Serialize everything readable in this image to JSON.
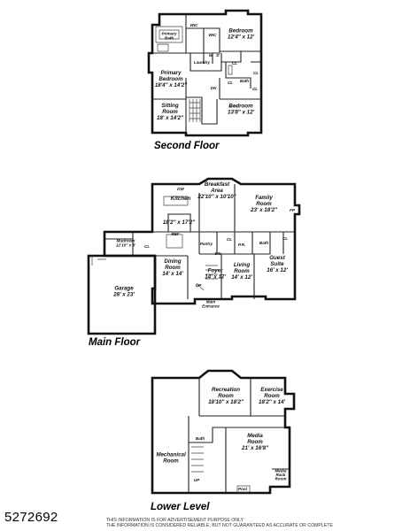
{
  "floors": {
    "second": {
      "title": "Second Floor",
      "rooms": {
        "primary_bath": "Primary|Bath",
        "wic1": "WIC",
        "wic2": "WIC",
        "bedroom_a": "Bedroom|12'4\" x 12'",
        "laundry": "Laundry",
        "w": "W",
        "d": "D",
        "cl_a": "CL",
        "primary_bedroom": "Primary|Bedroom|18'4\" x 14'2\"",
        "dn": "DN",
        "bath": "Bath",
        "cl_b": "CL",
        "cl_c": "CL",
        "cl_d": "CL",
        "sitting_room": "Sitting|Room|18' x 14'2\"",
        "bedroom_b": "Bedroom|13'8\" x 12'"
      }
    },
    "main": {
      "title": "Main Floor",
      "rooms": {
        "dw": "DW",
        "breakfast": "Breakfast|Area|22'10\" x 10'10\"",
        "kitchen": "Kitchen",
        "kitchen_dim": "18'2\" x 17'2\"",
        "family": "Family|Room|23' x 18'2\"",
        "fp": "FP",
        "ref": "REF",
        "mudroom": "Mudroom|12'10\" x 8'",
        "cl_a": "CL",
        "pantry": "Pantry",
        "cl_b": "CL",
        "pr": "P.R.",
        "bath": "Bath",
        "cl_c": "CL",
        "dn": "DN",
        "garage": "Garage|28' x 23'",
        "dining": "Dining|Room|14' x 14'",
        "foyer": "Foyer|14' x 12'",
        "living": "Living|Room|14' x 12'",
        "guest": "Guest|Suite|16' x 12'",
        "up": "UP",
        "entrance": "Main|Entrance"
      }
    },
    "lower": {
      "title": "Lower Level",
      "rooms": {
        "recreation": "Recreation|Room|18'10\" x 18'2\"",
        "exercise": "Exercise|Room|18'2\" x 14'",
        "bath": "Bath",
        "media": "Media|Room|21' x 16'8\"",
        "mechanical": "Mechanical|Room",
        "up": "UP",
        "media_rack": "Media|Rack|Room",
        "pool": "Pool"
      }
    }
  },
  "listing_id": "5272692",
  "disclaimer_1": "THIS INFORMATION IS FOR ADVERTISEMENT PURPOSE ONLY",
  "disclaimer_2": "THE INFORMATION IS CONSIDERED RELIABLE, BUT NOT GUARANTEED AS ACCURATE OR COMPLETE"
}
